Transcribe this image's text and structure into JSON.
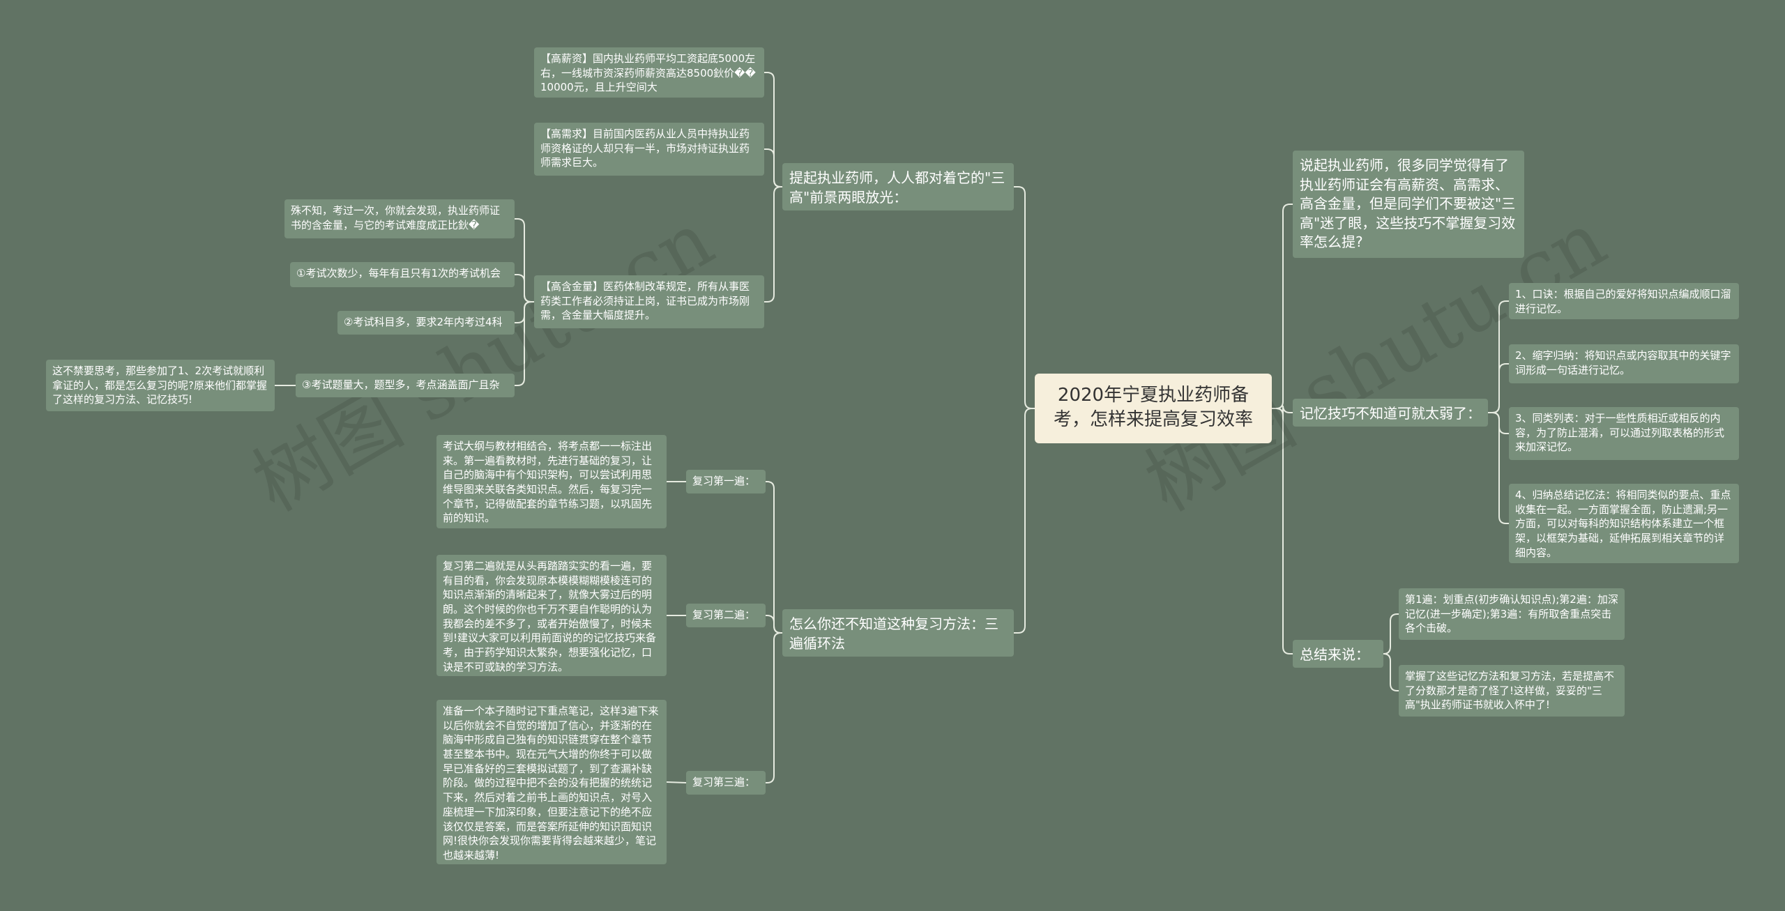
{
  "root": "2020年宁夏执业药师备考，怎样来提高复习效率",
  "branches": {
    "b1": "提起执业药师，人人都对着它的\"三高\"前景两眼放光：",
    "b1_1": "【高薪资】国内执业药师平均工资起底5000左右，一线城市资深药师薪资高达8500鈥价��10000元，且上升空间大",
    "b1_2": "【高需求】目前国内医药从业人员中持执业药师资格证的人却只有一半，市场对持证执业药师需求巨大。",
    "b1_3": "【高含金量】医药体制改革规定，所有从事医药类工作者必须持证上岗，证书已成为市场刚需，含金量大幅度提升。",
    "b1_3_1": "殊不知，考过一次，你就会发现，执业药师证书的含金量，与它的考试难度成正比鈥�",
    "b1_3_2": "①考试次数少，每年有且只有1次的考试机会",
    "b1_3_3": "②考试科目多，要求2年内考过4科",
    "b1_3_4": "③考试题量大，题型多，考点涵盖面广且杂",
    "b1_3_4_1": "这不禁要思考，那些参加了1、2次考试就顺利拿证的人，都是怎么复习的呢?原来他们都掌握了这样的复习方法、记忆技巧!",
    "b2": "怎么你还不知道这种复习方法：三遍循环法",
    "b2_1": "复习第一遍：",
    "b2_1_1": "考试大纲与教材相结合，将考点都一一标注出来。第一遍看教材时，先进行基础的复习，让自己的脑海中有个知识架构，可以尝试利用思维导图来关联各类知识点。然后，每复习完一个章节，记得做配套的章节练习题，以巩固先前的知识。",
    "b2_2": "复习第二遍：",
    "b2_2_1": "复习第二遍就是从头再踏踏实实的看一遍，要有目的看，你会发现原本模模糊糊模棱连可的知识点渐渐的清晰起来了，就像大雾过后的明朗。这个时候的你也千万不要自作聪明的认为我都会的差不多了，或者开始傲慢了，时候未到!建议大家可以利用前面说的的记忆技巧来备考，由于药学知识太繁杂，想要强化记忆，口诀是不可或缺的学习方法。",
    "b2_3": "复习第三遍：",
    "b2_3_1": "准备一个本子随时记下重点笔记，这样3遍下来以后你就会不自觉的增加了信心，并逐渐的在脑海中形成自己独有的知识链贯穿在整个章节甚至整本书中。现在元气大增的你终于可以做早已准备好的三套模拟试题了，到了查漏补缺阶段。做的过程中把不会的没有把握的统统记下来，然后对着之前书上画的知识点，对号入座梳理一下加深印象，但要注意记下的绝不应该仅仅是答案，而是答案所延伸的知识面知识网!很快你会发现你需要背得会越来越少，笔记也越来越薄!",
    "b3": "说起执业药师，很多同学觉得有了执业药师证会有高薪资、高需求、高含金量，但是同学们不要被这\"三高\"迷了眼，这些技巧不掌握复习效率怎么提?",
    "b4": "记忆技巧不知道可就太弱了：",
    "b4_1": "1、口诀：根据自己的爱好将知识点编成顺口溜进行记忆。",
    "b4_2": "2、缩字归纳：将知识点或内容取其中的关键字词形成一句话进行记忆。",
    "b4_3": "3、同类列表：对于一些性质相近或相反的内容，为了防止混淆，可以通过列取表格的形式来加深记忆。",
    "b4_4": "4、归纳总结记忆法：将相同类似的要点、重点收集在一起。一方面掌握全面，防止遗漏;另一方面，可以对每科的知识结构体系建立一个框架，以框架为基础，延伸拓展到相关章节的详细内容。",
    "b5": "总结来说：",
    "b5_1": "第1遍：划重点(初步确认知识点);第2遍：加深记忆(进一步确定);第3遍：有所取舍重点突击各个击破。",
    "b5_2": "掌握了这些记忆方法和复习方法，若是提高不了分数那才是奇了怪了!这样做，妥妥的\"三高\"执业药师证书就收入怀中了!"
  },
  "watermarks": [
    "树图 shutu.cn",
    "树图 shutu.cn"
  ],
  "colors": {
    "background": "#617364",
    "node": "#788f7b",
    "root": "#f6efdc",
    "line": "#e6ebe0"
  }
}
